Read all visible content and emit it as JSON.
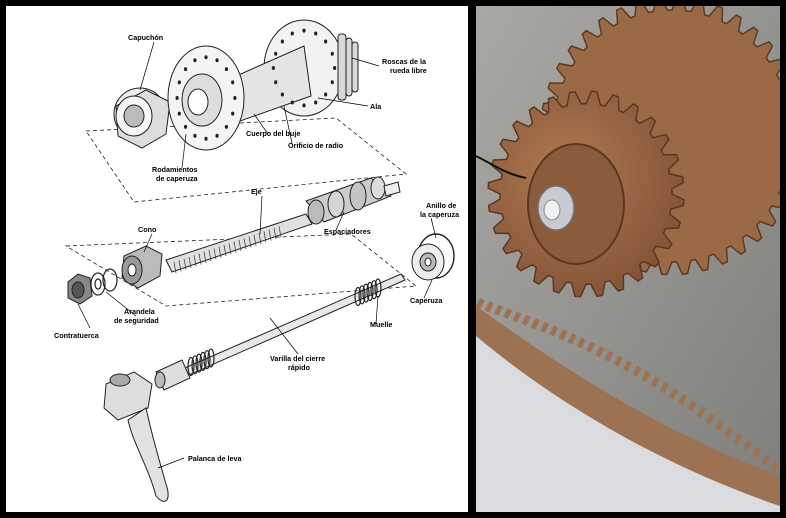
{
  "diagram": {
    "labels": {
      "capuchon": "Capuchón",
      "roscas_1": "Roscas de la",
      "roscas_2": "rueda libre",
      "ala": "Ala",
      "cuerpo": "Cuerpo del buje",
      "orificio": "Orificio de radio",
      "rodamientos_1": "Rodamientos",
      "rodamientos_2": "de caperuza",
      "eje": "Eje",
      "anillo_1": "Anillo de",
      "anillo_2": "la caperuza",
      "espaciadores": "Espaciadores",
      "cono": "Cono",
      "caperuza": "Caperuza",
      "arandela_1": "Arandela",
      "arandela_2": "de seguridad",
      "muelle": "Muelle",
      "contratuerca": "Contratuerca",
      "varilla_1": "Varilla del cierre",
      "varilla_2": "rápido",
      "palanca": "Palanca de leva"
    }
  },
  "colors": {
    "frame": "#000000",
    "paper": "#ffffff",
    "wood": "#9c6a45",
    "wood_dark": "#6b4228",
    "metal": "#c9ccd0",
    "floor": "#9a9894"
  }
}
